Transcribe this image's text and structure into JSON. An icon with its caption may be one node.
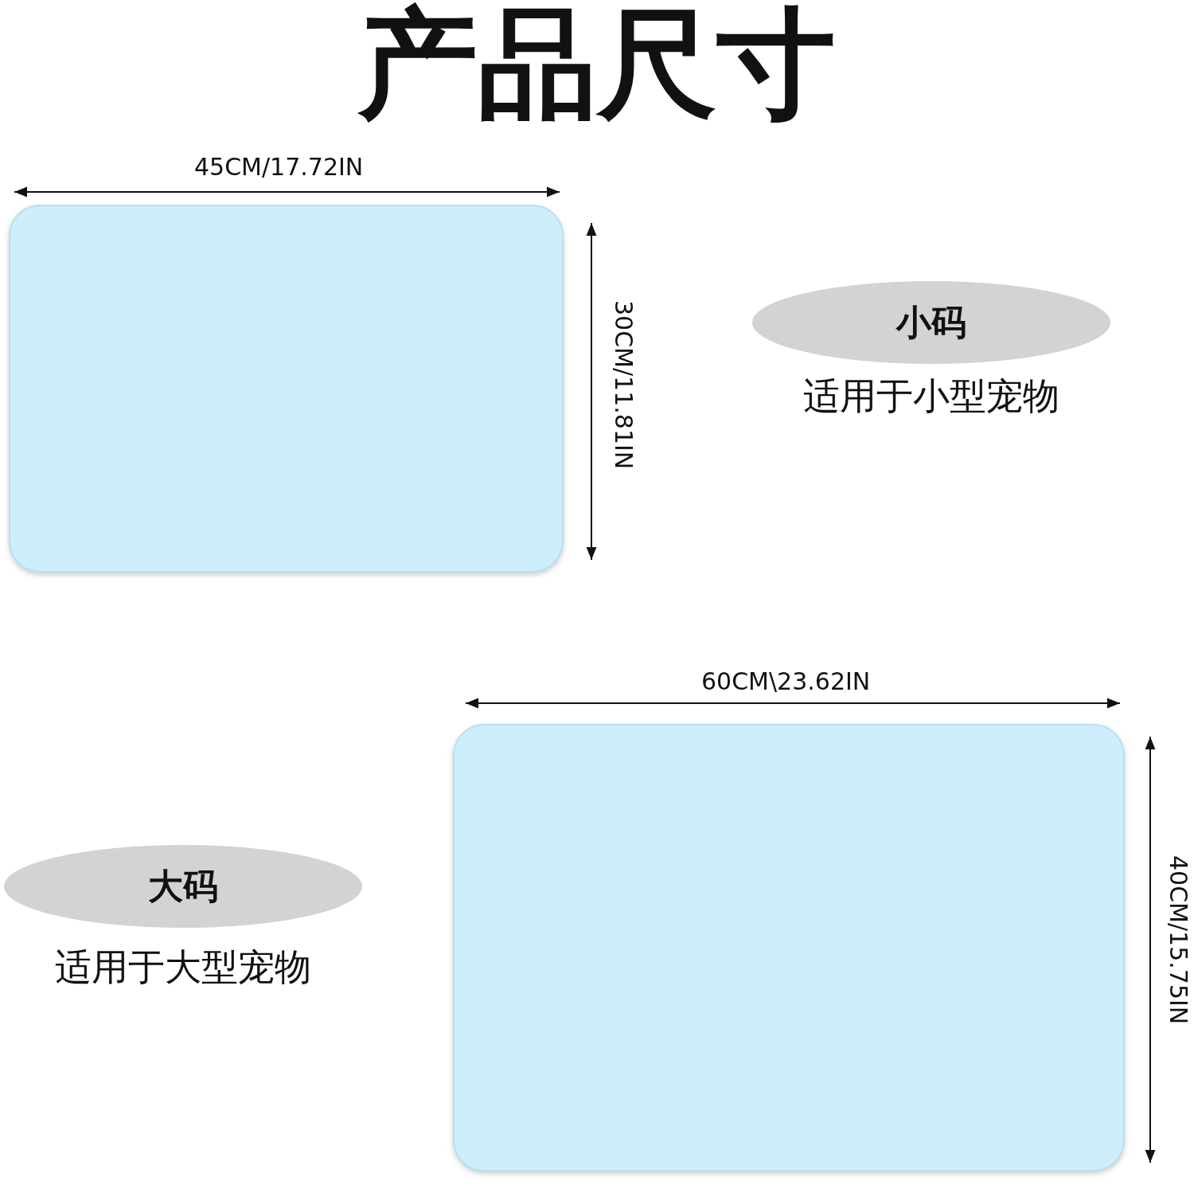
{
  "diagram": {
    "title": "产品尺寸",
    "nodes": [
      {
        "text": [
          "小码"
        ],
        "beside": [
          "适用于小型宠物"
        ]
      },
      {
        "text": [
          "大码"
        ],
        "beside": [
          "适用于大型宠物"
        ]
      }
    ],
    "labels": [
      "45CM/17.72IN",
      "30CM/11.81IN",
      "60CM\\23.62IN",
      "40CM/15.75IN"
    ]
  }
}
